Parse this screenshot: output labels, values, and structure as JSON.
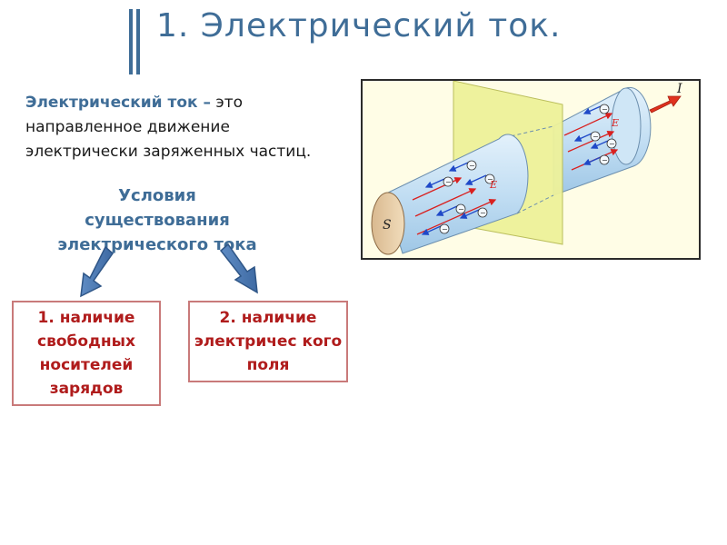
{
  "title": "1.  Электрический ток.",
  "definition": {
    "term": "Электрический ток –",
    "text": " это направленное движение электрически заряженных частиц."
  },
  "conditions": {
    "heading": "Условия существования электрического тока",
    "items": [
      "1. наличие свободных носителей зарядов",
      "2. наличие электричес кого поля"
    ]
  },
  "figure": {
    "cross_section_label": "S",
    "current_label": "I",
    "field_label": "E",
    "charge_symbol": "−",
    "colors": {
      "background": "#fffde6",
      "plane": "#eef29a",
      "conductor": "#cfe6f6",
      "field_arrow": "#d9201f",
      "carrier_arrow": "#1f49c8",
      "current_arrow": "#e0321e"
    }
  },
  "colors": {
    "title": "#3f6d97",
    "accent": "#3f6d97",
    "box_border": "#c97a7a",
    "box_text": "#b01c1c"
  }
}
